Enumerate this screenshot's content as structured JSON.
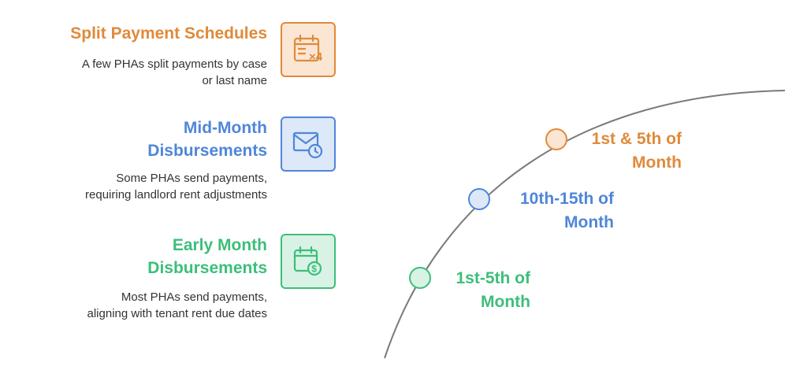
{
  "colors": {
    "orange": "#E08A3A",
    "blue": "#4F86D9",
    "green": "#3DBE7A",
    "curve": "#7a7a7a"
  },
  "items": [
    {
      "title": "Split Payment Schedules",
      "desc": "A few PHAs split payments by case\nor last name",
      "icon": "calendar-x4-icon",
      "color": "orange"
    },
    {
      "title": "Mid-Month\nDisbursements",
      "desc": "Some PHAs send payments,\nrequiring landlord rent adjustments",
      "icon": "mail-clock-icon",
      "color": "blue"
    },
    {
      "title": "Early Month\nDisbursements",
      "desc": "Most PHAs send payments,\naligning with tenant rent due dates",
      "icon": "calendar-dollar-icon",
      "color": "green"
    }
  ],
  "markers": [
    {
      "label": "1st & 5th of\nMonth",
      "color": "orange"
    },
    {
      "label": "10th-15th of\nMonth",
      "color": "blue"
    },
    {
      "label": "1st-5th of\nMonth",
      "color": "green"
    }
  ]
}
